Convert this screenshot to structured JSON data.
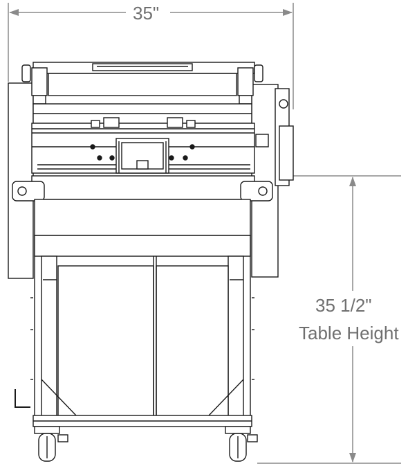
{
  "dimensions": {
    "width": "35\"",
    "height": "35 1/2\"",
    "height_caption": "Table Height"
  },
  "colors": {
    "line": "#1a1a1a",
    "dimension": "#8a8a8a",
    "dimension_text": "#6f6f6f",
    "panel_fill": "#ffffff"
  }
}
